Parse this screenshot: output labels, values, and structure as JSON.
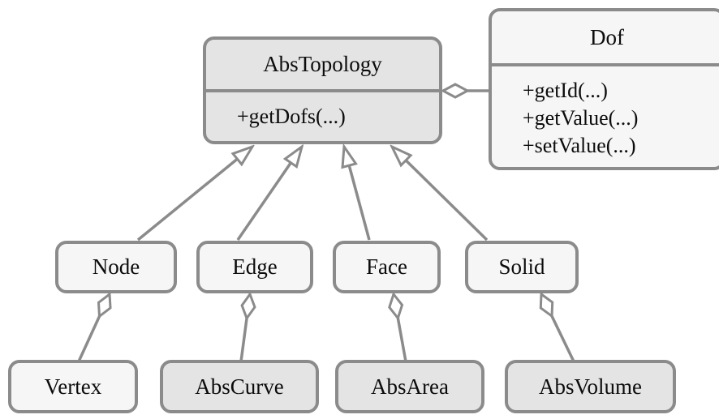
{
  "classes": [
    {
      "name": "AbsTopology",
      "methods": [
        "+getDofs(...)"
      ],
      "fill": "shaded"
    },
    {
      "name": "Dof",
      "methods": [
        "+getId(...)",
        "+getValue(...)",
        "+setValue(...)"
      ],
      "fill": "plain"
    },
    {
      "name": "Node",
      "fill": "plain"
    },
    {
      "name": "Edge",
      "fill": "plain"
    },
    {
      "name": "Face",
      "fill": "plain"
    },
    {
      "name": "Solid",
      "fill": "plain"
    },
    {
      "name": "Vertex",
      "fill": "plain"
    },
    {
      "name": "AbsCurve",
      "fill": "shaded"
    },
    {
      "name": "AbsArea",
      "fill": "shaded"
    },
    {
      "name": "AbsVolume",
      "fill": "shaded"
    }
  ],
  "relations": {
    "generalizations": [
      {
        "child": "Node",
        "parent": "AbsTopology"
      },
      {
        "child": "Edge",
        "parent": "AbsTopology"
      },
      {
        "child": "Face",
        "parent": "AbsTopology"
      },
      {
        "child": "Solid",
        "parent": "AbsTopology"
      }
    ],
    "aggregations": [
      {
        "whole": "AbsTopology",
        "part": "Dof"
      },
      {
        "whole": "Node",
        "part": "Vertex"
      },
      {
        "whole": "Edge",
        "part": "AbsCurve"
      },
      {
        "whole": "Face",
        "part": "AbsArea"
      },
      {
        "whole": "Solid",
        "part": "AbsVolume"
      }
    ]
  },
  "colors": {
    "line": "#8b8b8b",
    "fill_shaded": "#e4e4e4",
    "fill_plain": "#f6f6f6",
    "text": "#0c0c0c",
    "background": "#ffffff"
  }
}
